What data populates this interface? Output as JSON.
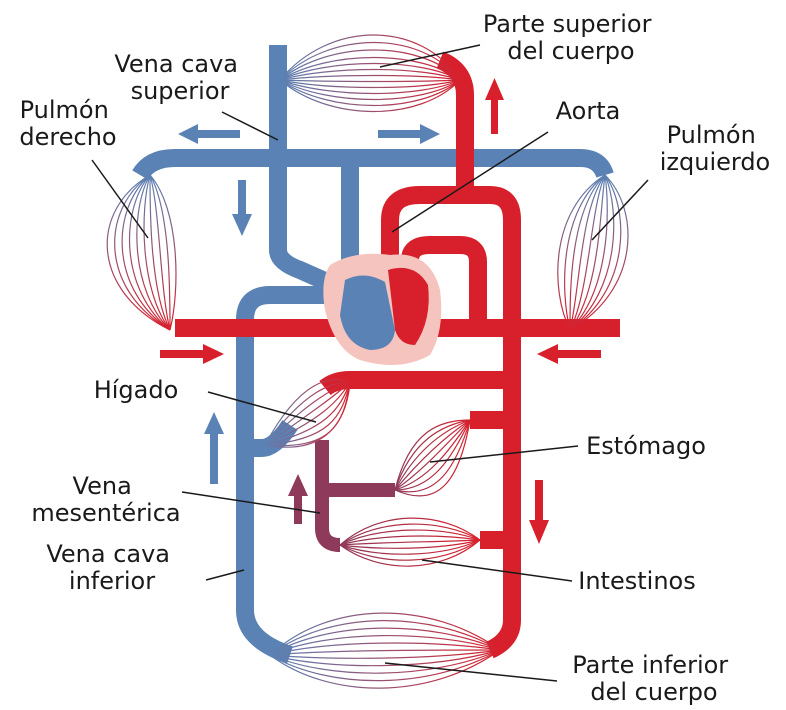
{
  "labels": {
    "upper_body": [
      "Parte superior",
      "del cuerpo"
    ],
    "superior_vena_cava": [
      "Vena cava",
      "superior"
    ],
    "aorta": [
      "Aorta"
    ],
    "right_lung": [
      "Pulmón",
      "derecho"
    ],
    "left_lung": [
      "Pulmón",
      "izquierdo"
    ],
    "liver": [
      "Hígado"
    ],
    "stomach": [
      "Estómago"
    ],
    "mesenteric_vein": [
      "Vena",
      "mesentérica"
    ],
    "inferior_vena_cava": [
      "Vena cava",
      "inferior"
    ],
    "intestines": [
      "Intestinos"
    ],
    "lower_body": [
      "Parte inferior",
      "del cuerpo"
    ]
  },
  "colors": {
    "venous": "#5a82b5",
    "arterial": "#d8202c",
    "portal": "#8e3a5a",
    "heart_sac": "#f6c4be"
  }
}
